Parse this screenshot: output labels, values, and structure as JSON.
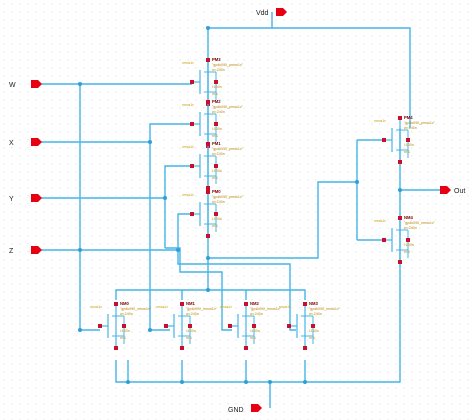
{
  "pins": {
    "vdd": "Vdd",
    "gnd": "GND",
    "w": "W",
    "x": "X",
    "y": "Y",
    "z": "Z",
    "out": "Out"
  },
  "devices": [
    {
      "name": "PM3",
      "model": "\"gpdk090_pmos1v\"",
      "w": "w=240n",
      "l": "l:100n",
      "m": "m:1",
      "tag": "nmos1v"
    },
    {
      "name": "PM2",
      "model": "\"gpdk090_pmos1v\"",
      "w": "w=240n",
      "l": "l:100n",
      "m": "m:1",
      "tag": "nmos1v"
    },
    {
      "name": "PM1",
      "model": "\"gpdk090_pmos1v\"",
      "w": "w=240n",
      "l": "l:100n",
      "m": "m:1",
      "tag": "nmos1v"
    },
    {
      "name": "PM0",
      "model": "\"gpdk090_pmos1v\"",
      "w": "w=240n",
      "l": "l:100n",
      "m": "m:1",
      "tag": "nmos1v"
    },
    {
      "name": "PM4",
      "model": "\"gpdk090_pmos1v\"",
      "w": "w=240n",
      "l": "l:100n",
      "m": "m:1",
      "tag": "nmos1v"
    },
    {
      "name": "NM4",
      "model": "\"gpdk090_nmos1v\"",
      "w": "w=240n",
      "l": "l:100n",
      "m": "m:1",
      "tag": "nmos1v"
    },
    {
      "name": "NM0",
      "model": "\"gpdk090_nmos1v\"",
      "w": "w=240n",
      "l": "l:100n",
      "m": "m:1",
      "tag": "nmos1v"
    },
    {
      "name": "NM1",
      "model": "\"gpdk090_nmos1v\"",
      "w": "w=240n",
      "l": "l:100n",
      "m": "m:1",
      "tag": "nmos1v"
    },
    {
      "name": "NM2",
      "model": "\"gpdk090_nmos1v\"",
      "w": "w=240n",
      "l": "l:100n",
      "m": "m:1",
      "tag": "nmos1v"
    },
    {
      "name": "NM3",
      "model": "\"gpdk090_nmos1v\"",
      "w": "w=240n",
      "l": "l:100n",
      "m": "m:1",
      "tag": "nmos1v"
    }
  ],
  "colors": {
    "wire": "#45b4e6",
    "junction": "#2f9fd8",
    "pin": "#e60012",
    "device": "#c8102e",
    "grid_dot": "#c9c9c9",
    "label_param": "#b8860b"
  }
}
